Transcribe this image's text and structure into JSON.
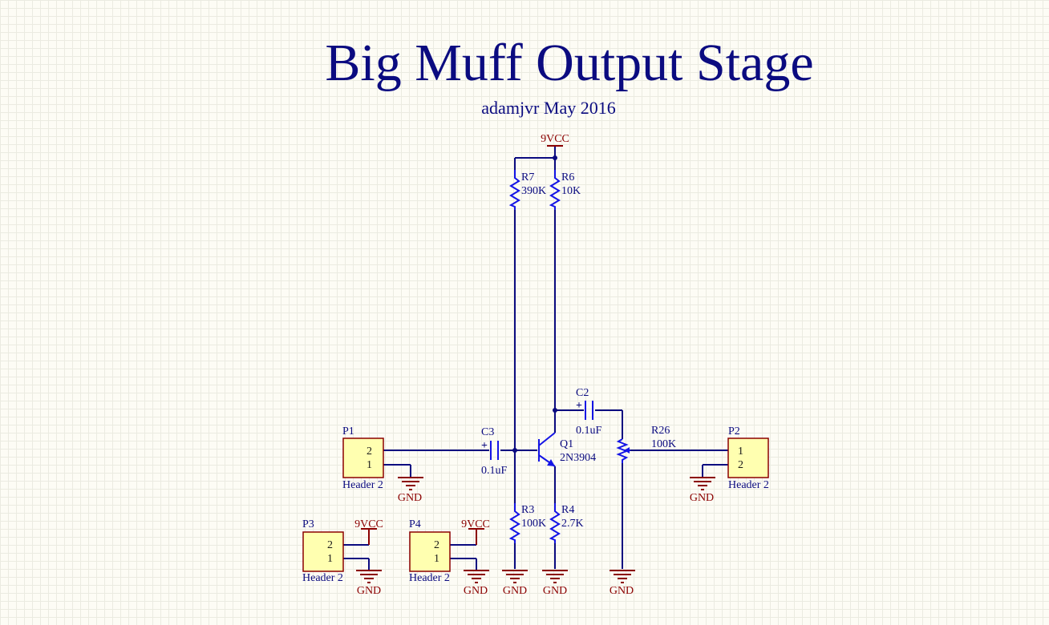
{
  "title": "Big Muff Output Stage",
  "subtitle": "adamjvr May 2016",
  "power": {
    "vcc": "9VCC",
    "gnd": "GND"
  },
  "components": {
    "R7": {
      "ref": "R7",
      "value": "390K"
    },
    "R6": {
      "ref": "R6",
      "value": "10K"
    },
    "R3": {
      "ref": "R3",
      "value": "100K"
    },
    "R4": {
      "ref": "R4",
      "value": "2.7K"
    },
    "R26": {
      "ref": "R26",
      "value": "100K"
    },
    "C3": {
      "ref": "C3",
      "value": "0.1uF"
    },
    "C2": {
      "ref": "C2",
      "value": "0.1uF"
    },
    "Q1": {
      "ref": "Q1",
      "value": "2N3904"
    },
    "P1": {
      "ref": "P1",
      "type": "Header 2",
      "pins": [
        "2",
        "1"
      ]
    },
    "P2": {
      "ref": "P2",
      "type": "Header 2",
      "pins": [
        "1",
        "2"
      ]
    },
    "P3": {
      "ref": "P3",
      "type": "Header 2",
      "pins": [
        "2",
        "1"
      ]
    },
    "P4": {
      "ref": "P4",
      "type": "Header 2",
      "pins": [
        "2",
        "1"
      ]
    }
  },
  "colors": {
    "wire": "#0b0b80",
    "component": "#1414e6",
    "power": "#8b0000",
    "header_fill": "#ffffb0",
    "background": "#fdfcf5"
  }
}
